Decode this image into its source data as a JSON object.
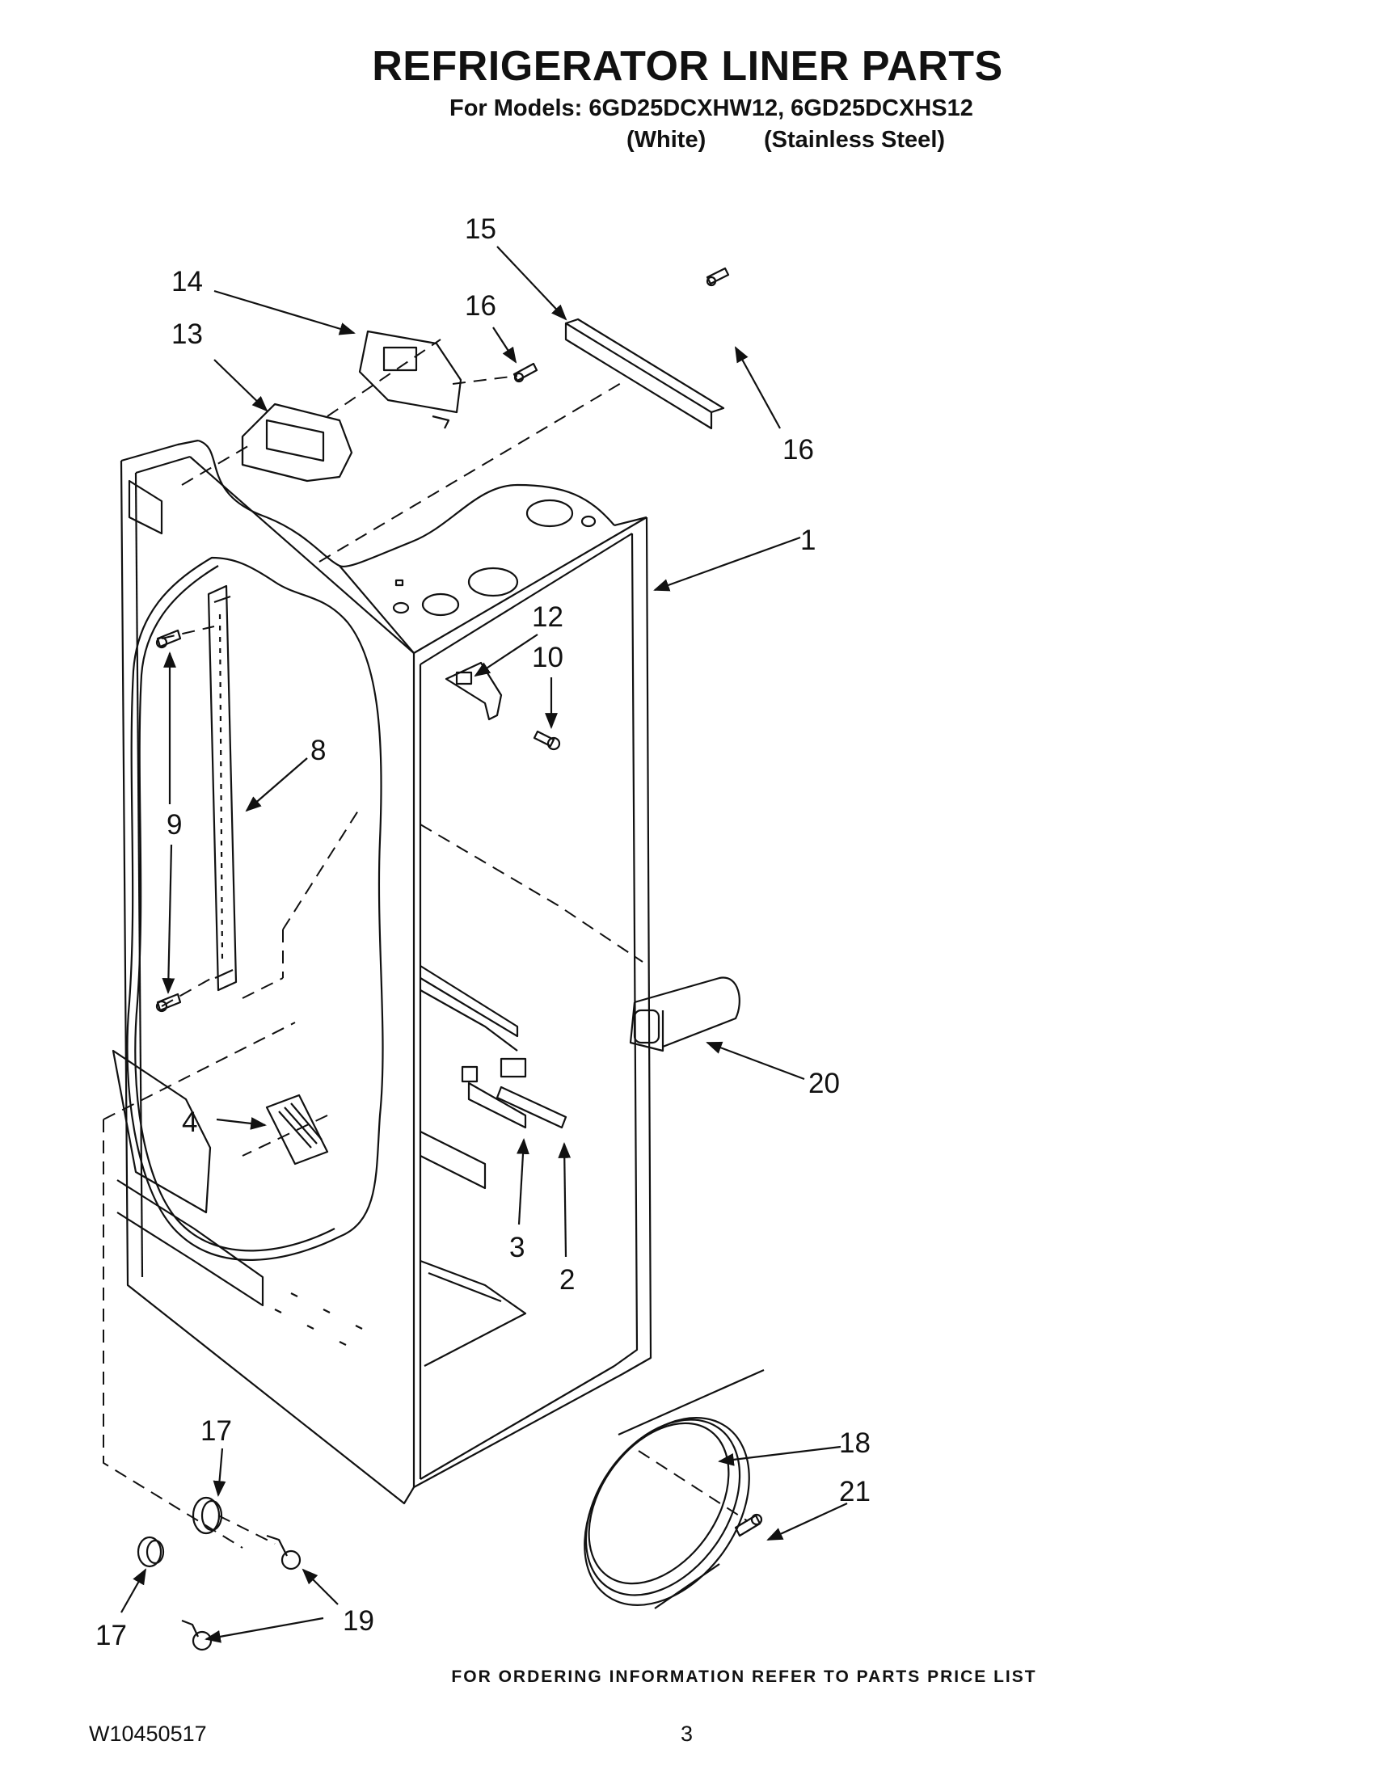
{
  "header": {
    "title": "REFRIGERATOR LINER PARTS",
    "models_line": "For Models: 6GD25DCXHW12, 6GD25DCXHS12",
    "variant_white": "(White)",
    "variant_stainless": "(Stainless Steel)"
  },
  "callouts": {
    "c1": "1",
    "c2": "2",
    "c3": "3",
    "c4": "4",
    "c8": "8",
    "c9": "9",
    "c10": "10",
    "c12": "12",
    "c13": "13",
    "c14": "14",
    "c15": "15",
    "c16a": "16",
    "c16b": "16",
    "c17a": "17",
    "c17b": "17",
    "c18": "18",
    "c19": "19",
    "c20": "20",
    "c21": "21"
  },
  "footer": {
    "ordering_note": "FOR ORDERING INFORMATION REFER TO PARTS PRICE LIST",
    "doc_number": "W10450517",
    "page_number": "3"
  }
}
